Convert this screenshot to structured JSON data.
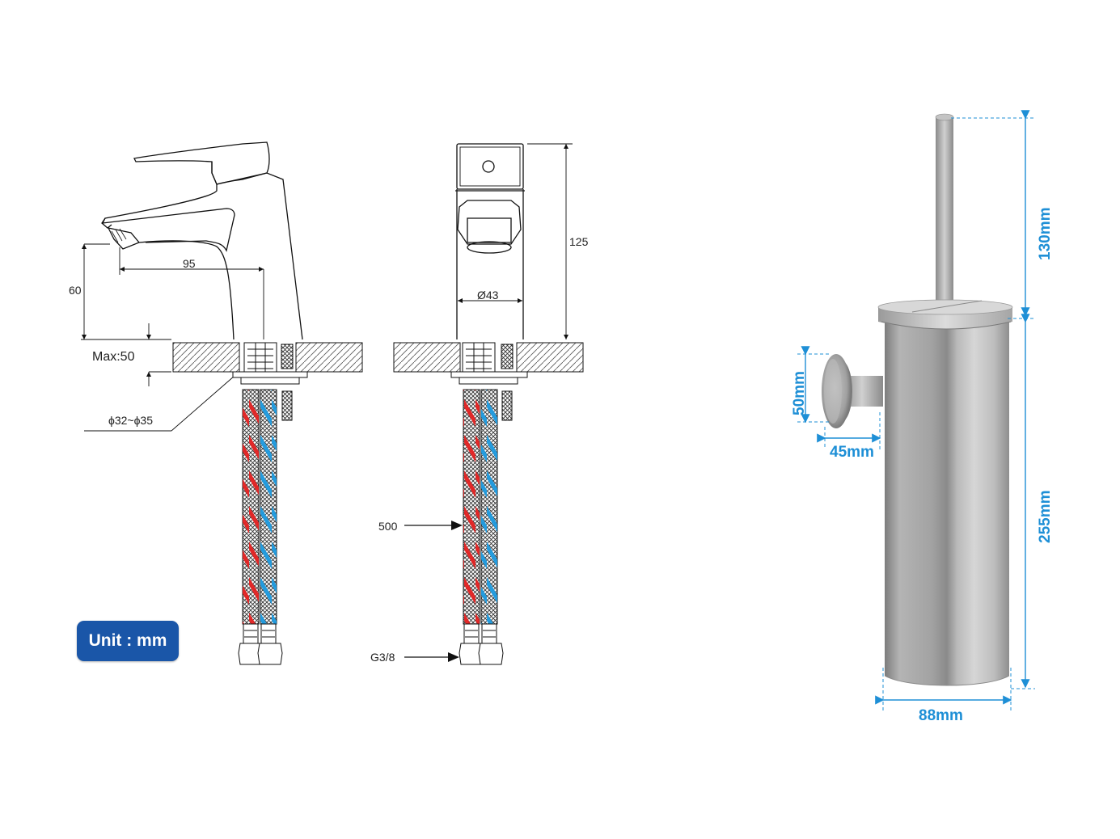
{
  "unit_badge": "Unit : mm",
  "faucet": {
    "dim_height": "60",
    "dim_reach": "95",
    "dim_max": "Max:50",
    "dim_hole": "ϕ32~ϕ35",
    "dim_total_height": "125",
    "dim_diameter": "Ø43",
    "dim_hose_length": "500",
    "dim_thread": "G3/8"
  },
  "brush_holder": {
    "dim_handle": "130mm",
    "dim_body": "255mm",
    "dim_width": "88mm",
    "dim_mount_height": "50mm",
    "dim_mount_depth": "45mm"
  },
  "colors": {
    "dimension_blue": "#1e8fd6",
    "badge_blue": "#1a56a8",
    "hot_hose": "#e42222",
    "cold_hose": "#1e9be0",
    "line": "#111111"
  }
}
